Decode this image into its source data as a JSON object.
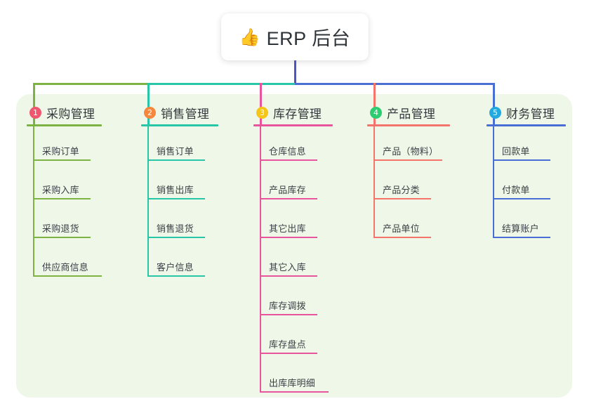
{
  "root": {
    "emoji": "👍",
    "emoji_name": "thumbs-up-icon",
    "title": "ERP 后台"
  },
  "colors": {
    "panel_background": "#eef7e8",
    "page_background": "#ffffff",
    "root_line": "#4a57c0",
    "branch_1": "#7cb342",
    "branch_2": "#26c6a6",
    "branch_3": "#e8559c",
    "branch_4": "#f4736b",
    "branch_5": "#4a6fd4",
    "badge_1": "#f0566e",
    "badge_2": "#f5883c",
    "badge_3": "#f5c518",
    "badge_4": "#2ecc71",
    "badge_5": "#22a9e0"
  },
  "branches": [
    {
      "number": "1",
      "label": "采购管理",
      "color": "#7cb342",
      "badge_color": "#f0566e",
      "children": [
        {
          "label": "采购订单"
        },
        {
          "label": "采购入库"
        },
        {
          "label": "采购退货"
        },
        {
          "label": "供应商信息"
        }
      ]
    },
    {
      "number": "2",
      "label": "销售管理",
      "color": "#26c6a6",
      "badge_color": "#f5883c",
      "children": [
        {
          "label": "销售订单"
        },
        {
          "label": "销售出库"
        },
        {
          "label": "销售退货"
        },
        {
          "label": "客户信息"
        }
      ]
    },
    {
      "number": "3",
      "label": "库存管理",
      "color": "#e8559c",
      "badge_color": "#f5c518",
      "children": [
        {
          "label": "仓库信息"
        },
        {
          "label": "产品库存"
        },
        {
          "label": "其它出库"
        },
        {
          "label": "其它入库"
        },
        {
          "label": "库存调拨"
        },
        {
          "label": "库存盘点"
        },
        {
          "label": "出库库明细"
        }
      ]
    },
    {
      "number": "4",
      "label": "产品管理",
      "color": "#f4736b",
      "badge_color": "#2ecc71",
      "children": [
        {
          "label": "产品（物料）"
        },
        {
          "label": "产品分类"
        },
        {
          "label": "产品单位"
        }
      ]
    },
    {
      "number": "5",
      "label": "财务管理",
      "color": "#4a6fd4",
      "badge_color": "#22a9e0",
      "children": [
        {
          "label": "回款单"
        },
        {
          "label": "付款单"
        },
        {
          "label": "结算账户"
        }
      ]
    }
  ]
}
